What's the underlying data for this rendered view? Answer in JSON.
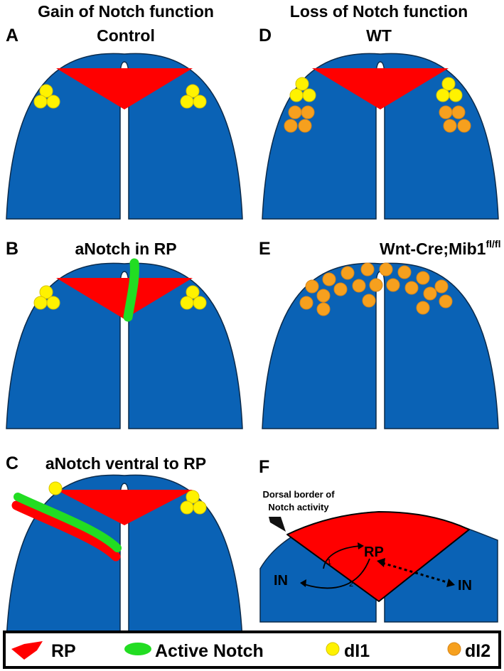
{
  "headers": {
    "left": "Gain of Notch function",
    "right": "Loss of Notch function"
  },
  "panels": {
    "A": {
      "letter": "A",
      "title": "Control"
    },
    "B": {
      "letter": "B",
      "title": "aNotch in RP"
    },
    "C": {
      "letter": "C",
      "title": "aNotch ventral to RP"
    },
    "D": {
      "letter": "D",
      "title": "WT"
    },
    "E": {
      "letter": "E",
      "title": "Wnt-Cre;Mib1",
      "title_sup": "fl/fl"
    },
    "F": {
      "letter": "F",
      "annotation_line1": "Dorsal border of",
      "annotation_line2": "Notch activity",
      "node_rp": "RP",
      "node_in_left": "IN",
      "node_in_right": "IN",
      "arrow1_label": "1",
      "arrow2_label": "2"
    }
  },
  "legend": {
    "rp": "RP",
    "active_notch": "Active Notch",
    "di1": "dI1",
    "di2": "dI2"
  },
  "colors": {
    "tissue": "#0a62b5",
    "roof_plate": "#ff0000",
    "active_notch": "#22dd22",
    "di1": "#fff200",
    "di2": "#f6a01e"
  }
}
